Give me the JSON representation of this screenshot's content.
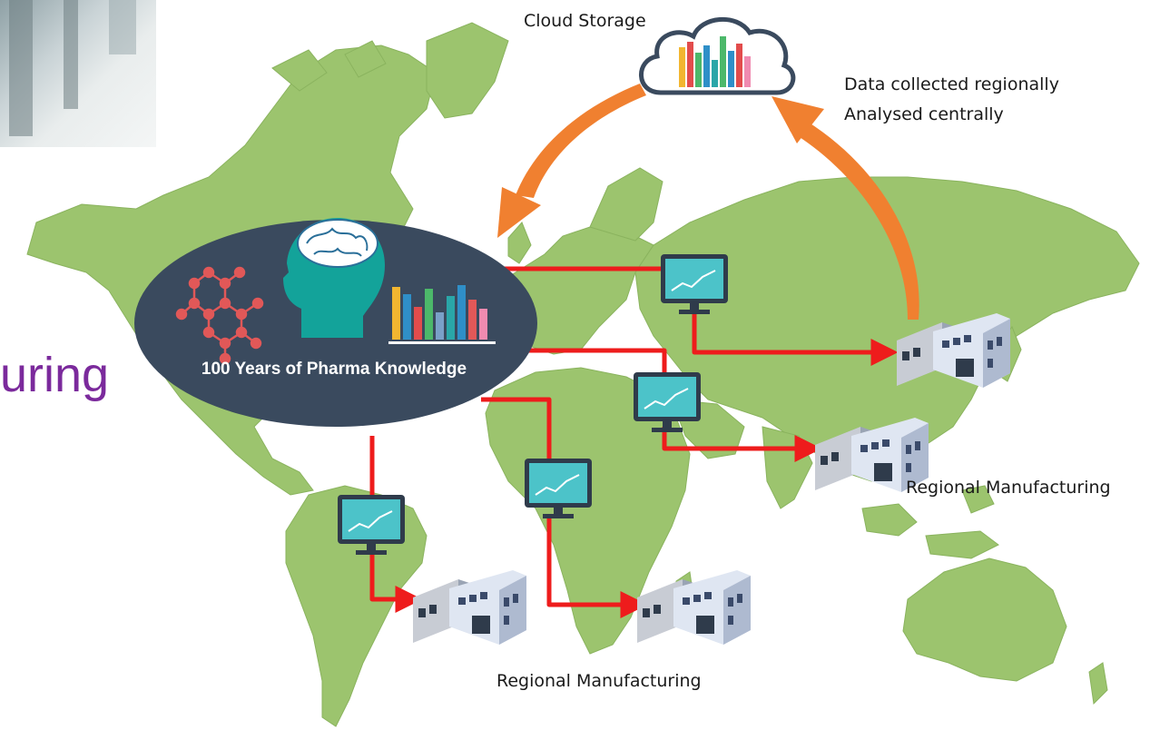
{
  "partial_title": "uring",
  "hub": {
    "caption": "100 Years of Pharma Knowledge"
  },
  "cloud": {
    "label": "Cloud Storage"
  },
  "note": {
    "line1": "Data collected regionally",
    "line2": "Analysed centrally"
  },
  "regional_labels": {
    "east": "Regional Manufacturing",
    "south": "Regional Manufacturing"
  },
  "colors": {
    "map": "#9cc46e",
    "hub_fill": "#3a4a5e",
    "link": "#ee1c1c",
    "curve_arrow": "#f08030",
    "monitor_screen": "#4cc3c9",
    "head": "#13a39a",
    "title_purple": "#7b2a9c"
  },
  "icons": [
    "cloud-chart-icon",
    "monitor-chart-icon",
    "factory-icon",
    "molecule-icon",
    "brain-head-icon",
    "bar-chart-icon",
    "lab-photo"
  ]
}
